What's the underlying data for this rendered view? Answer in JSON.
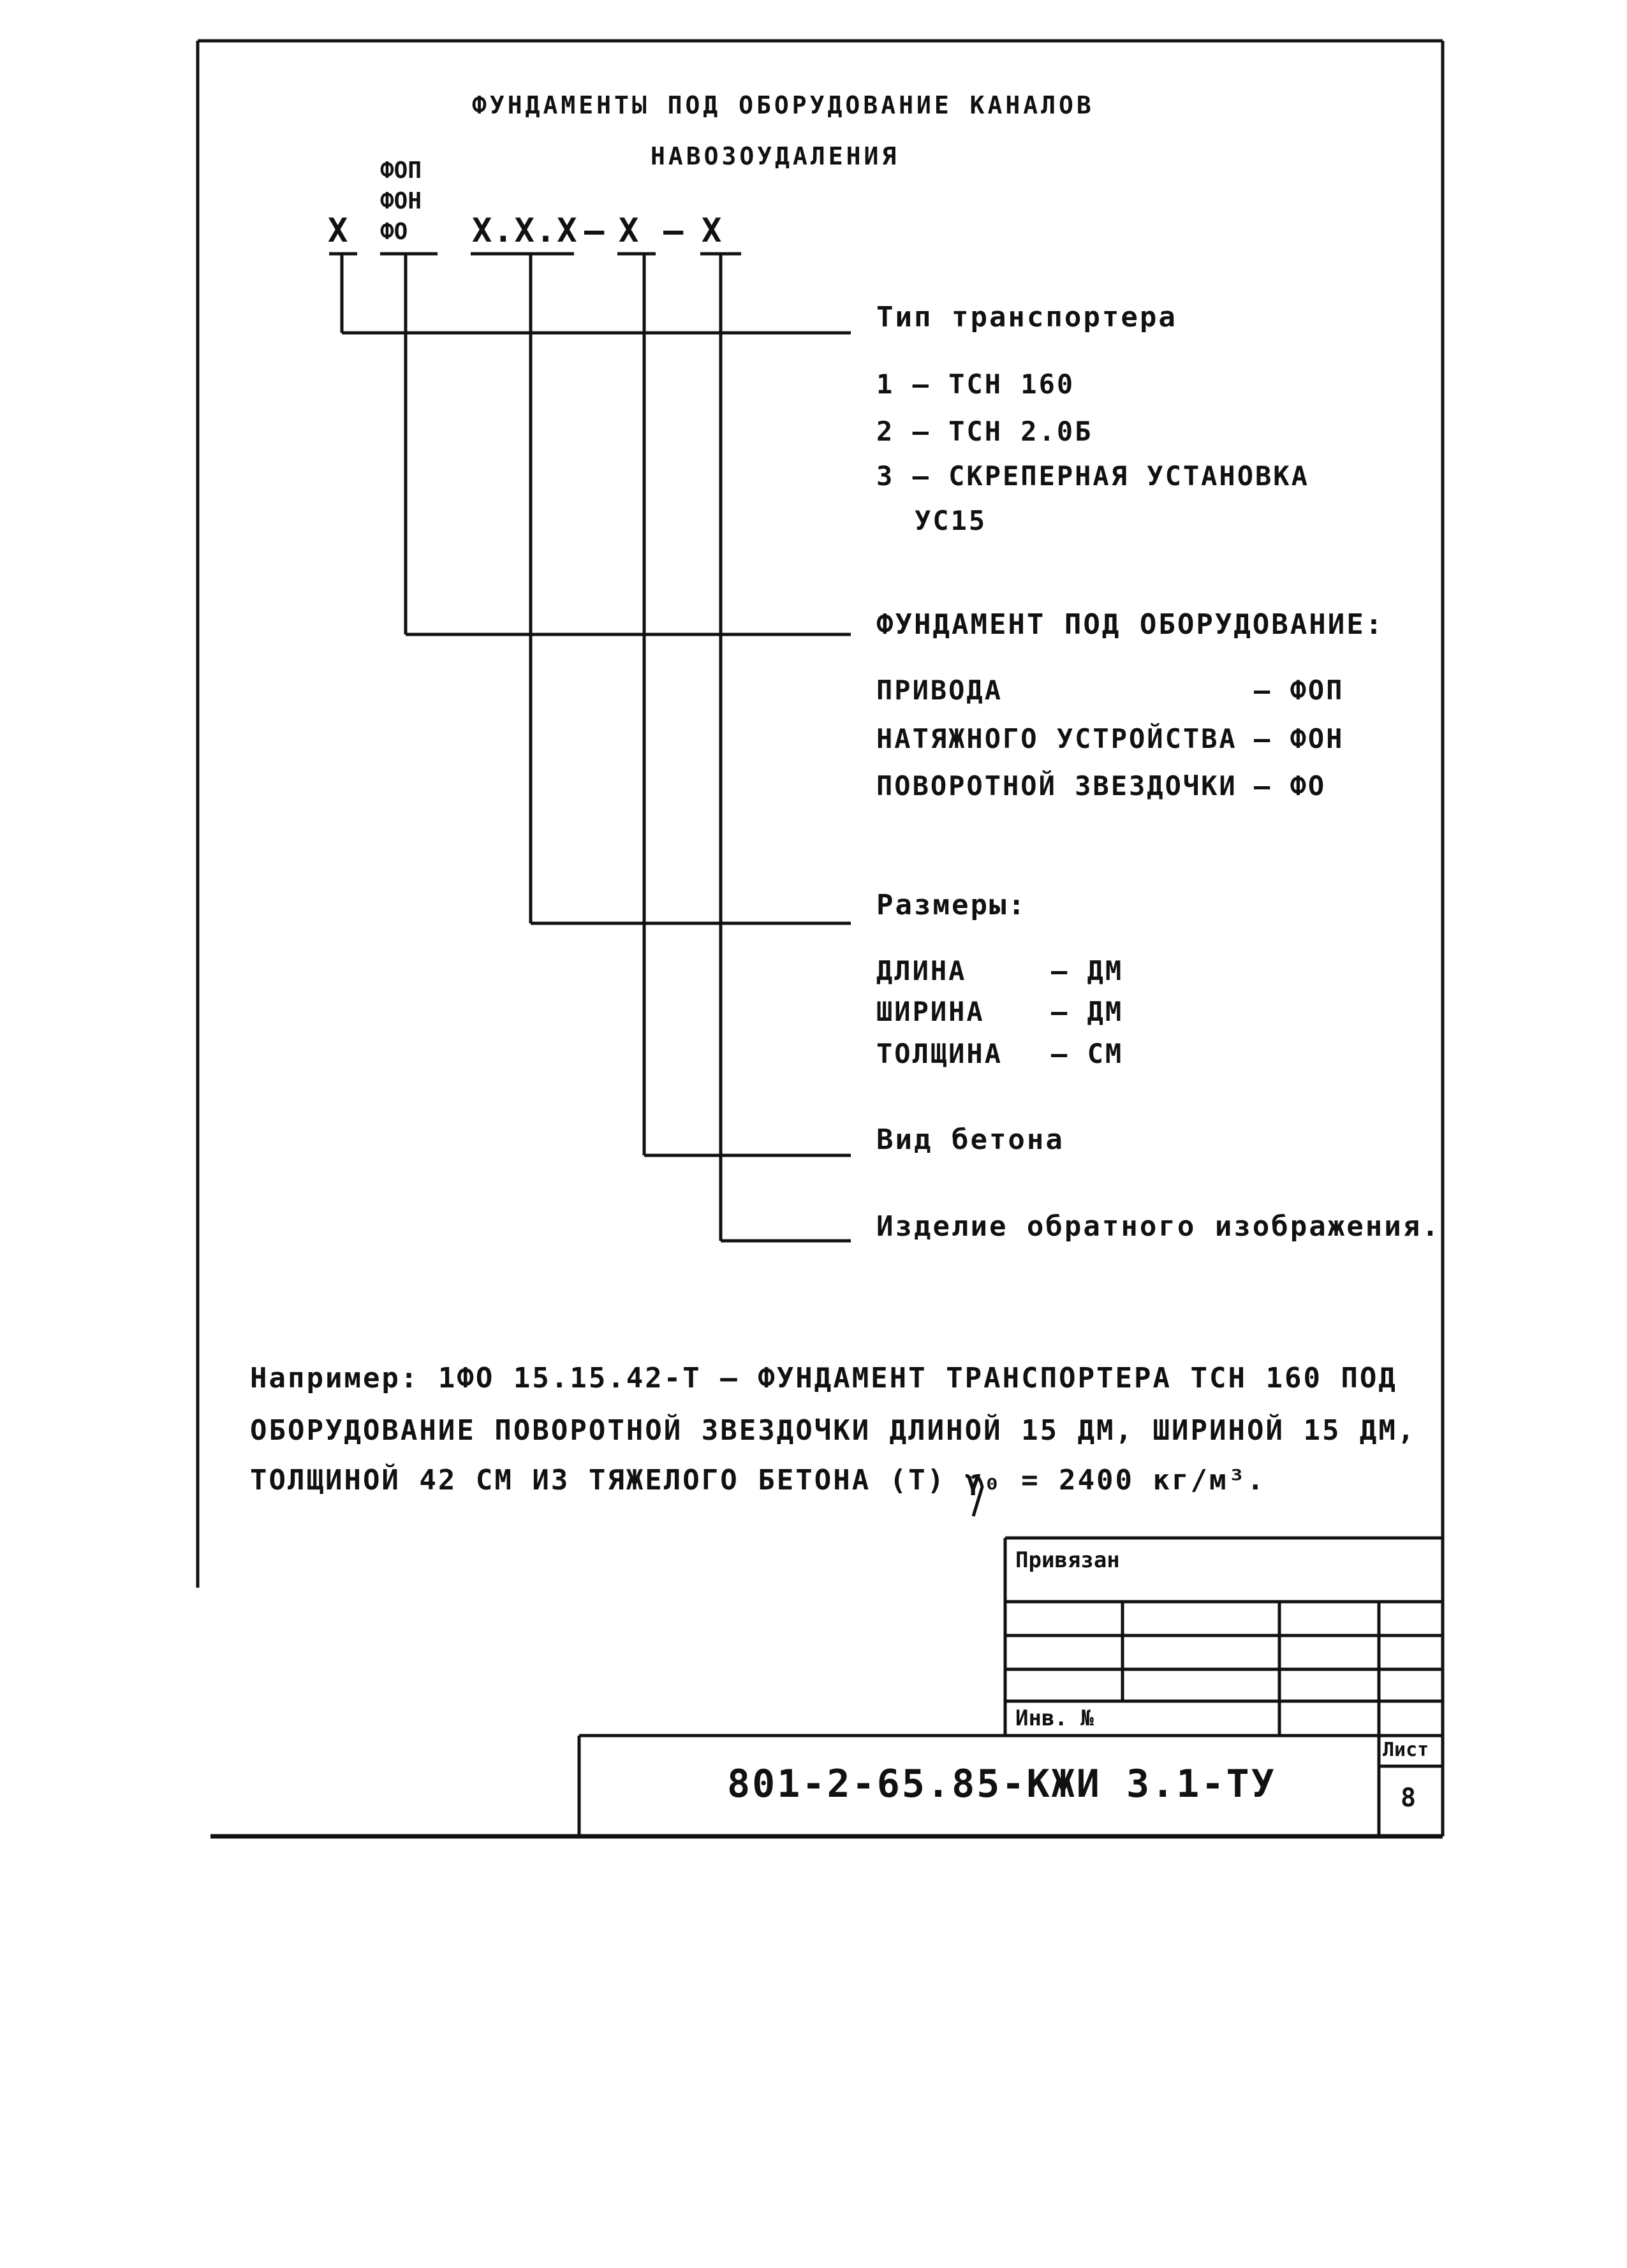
{
  "title": {
    "line1": "ФУНДАМЕНТЫ ПОД ОБОРУДОВАНИЕ КАНАЛОВ",
    "line2": "НАВОЗОУДАЛЕНИЯ"
  },
  "code_scheme": {
    "variants": [
      "ФОП",
      "ФОН",
      "ФО"
    ],
    "prefix": "Х",
    "sizes": "Х.Х.Х",
    "dash1": "–",
    "concrete": "Х",
    "dash2": "–",
    "mirror": "Х"
  },
  "legend": {
    "conveyor": {
      "heading": "Тип транспортера",
      "items": [
        "1 – ТСН 160",
        "2 – ТСН 2.0Б",
        "3 – СКРЕПЕРНАЯ УСТАНОВКА",
        "УС15"
      ]
    },
    "foundation": {
      "heading": "ФУНДАМЕНТ ПОД ОБОРУДОВАНИЕ:",
      "items": [
        {
          "name": "ПРИВОДА",
          "code": "– ФОП"
        },
        {
          "name": "НАТЯЖНОГО УСТРОЙСТВА",
          "code": "– ФОН"
        },
        {
          "name": "ПОВОРОТНОЙ ЗВЕЗДОЧКИ",
          "code": "– ФО"
        }
      ]
    },
    "sizes": {
      "heading": "Размеры:",
      "items": [
        {
          "name": "ДЛИНА",
          "unit": "– ДМ"
        },
        {
          "name": "ШИРИНА",
          "unit": "– ДМ"
        },
        {
          "name": "ТОЛЩИНА",
          "unit": "– СМ"
        }
      ]
    },
    "concrete": {
      "heading": "Вид бетона"
    },
    "mirror": {
      "heading": "Изделие обратного изображения."
    }
  },
  "example": {
    "line1": "Например: 1ФО 15.15.42-Т – ФУНДАМЕНТ ТРАНСПОРТЕРА ТСН 160 ПОД",
    "line2": "ОБОРУДОВАНИЕ ПОВОРОТНОЙ ЗВЕЗДОЧКИ ДЛИНОЙ 15 ДМ, ШИРИНОЙ 15 ДМ,",
    "line3": "ТОЛЩИНОЙ 42 СМ ИЗ ТЯЖЕЛОГО БЕТОНА (Т)  γ₀ = 2400 кг/м³."
  },
  "stamp": {
    "bound_label": "Привязан",
    "inv_label": "Инв. №",
    "doc_number": "801-2-65.85-КЖИ 3.1-ТУ",
    "sheet_label": "Лист",
    "sheet_number": "8"
  }
}
